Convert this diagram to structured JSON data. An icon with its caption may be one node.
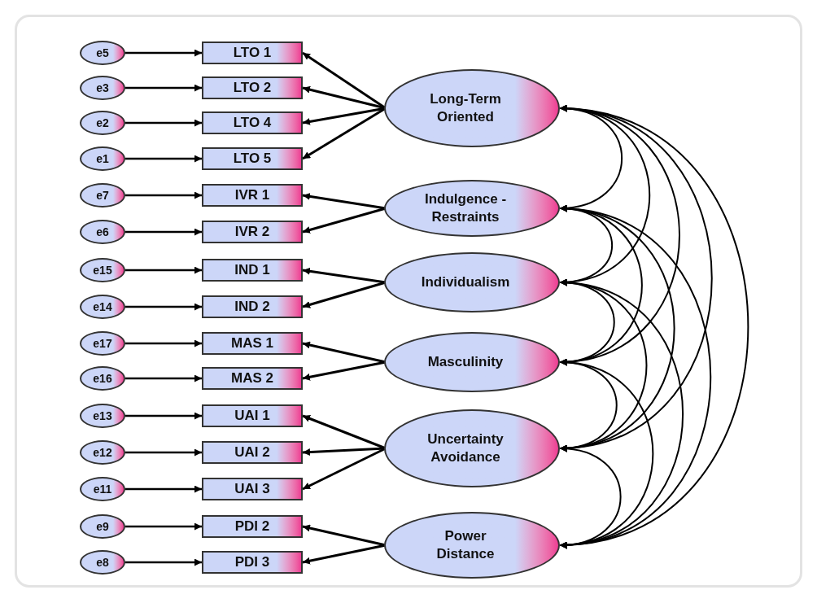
{
  "diagram": {
    "nodes": [
      {
        "text": [
          "e5"
        ]
      },
      {
        "text": [
          "LTO 1"
        ]
      },
      {
        "text": [
          "e3"
        ]
      },
      {
        "text": [
          "LTO 2"
        ]
      },
      {
        "text": [
          "e2"
        ]
      },
      {
        "text": [
          "LTO 4"
        ]
      },
      {
        "text": [
          "e1"
        ]
      },
      {
        "text": [
          "LTO 5"
        ]
      },
      {
        "text": [
          "e7"
        ]
      },
      {
        "text": [
          "IVR 1"
        ]
      },
      {
        "text": [
          "e6"
        ]
      },
      {
        "text": [
          "IVR 2"
        ]
      },
      {
        "text": [
          "e15"
        ]
      },
      {
        "text": [
          "IND 1"
        ]
      },
      {
        "text": [
          "e14"
        ]
      },
      {
        "text": [
          "IND 2"
        ]
      },
      {
        "text": [
          "e17"
        ]
      },
      {
        "text": [
          "MAS 1"
        ]
      },
      {
        "text": [
          "e16"
        ]
      },
      {
        "text": [
          "MAS 2"
        ]
      },
      {
        "text": [
          "e13"
        ]
      },
      {
        "text": [
          "UAI 1"
        ]
      },
      {
        "text": [
          "e12"
        ]
      },
      {
        "text": [
          "UAI 2"
        ]
      },
      {
        "text": [
          "e11"
        ]
      },
      {
        "text": [
          "UAI 3"
        ]
      },
      {
        "text": [
          "e9"
        ]
      },
      {
        "text": [
          "PDI 2"
        ]
      },
      {
        "text": [
          "e8"
        ]
      },
      {
        "text": [
          "PDI 3"
        ]
      },
      {
        "text": [
          "Long-Term Oriented"
        ]
      },
      {
        "text": [
          "Indulgence - Restraints"
        ]
      },
      {
        "text": [
          "Individualism"
        ]
      },
      {
        "text": [
          "Masculinity"
        ]
      },
      {
        "text": [
          "Uncertainty Avoidance"
        ]
      },
      {
        "text": [
          "Power Distance"
        ]
      }
    ],
    "edges": [
      {
        "from": 0,
        "to": 1,
        "arrow": "to"
      },
      {
        "from": 2,
        "to": 3,
        "arrow": "to"
      },
      {
        "from": 4,
        "to": 5,
        "arrow": "to"
      },
      {
        "from": 6,
        "to": 7,
        "arrow": "to"
      },
      {
        "from": 8,
        "to": 9,
        "arrow": "to"
      },
      {
        "from": 10,
        "to": 11,
        "arrow": "to"
      },
      {
        "from": 12,
        "to": 13,
        "arrow": "to"
      },
      {
        "from": 14,
        "to": 15,
        "arrow": "to"
      },
      {
        "from": 16,
        "to": 17,
        "arrow": "to"
      },
      {
        "from": 18,
        "to": 19,
        "arrow": "to"
      },
      {
        "from": 20,
        "to": 21,
        "arrow": "to"
      },
      {
        "from": 22,
        "to": 23,
        "arrow": "to"
      },
      {
        "from": 24,
        "to": 25,
        "arrow": "to"
      },
      {
        "from": 26,
        "to": 27,
        "arrow": "to"
      },
      {
        "from": 28,
        "to": 29,
        "arrow": "to"
      },
      {
        "from": 30,
        "to": 1,
        "arrow": "to"
      },
      {
        "from": 30,
        "to": 3,
        "arrow": "to"
      },
      {
        "from": 30,
        "to": 5,
        "arrow": "to"
      },
      {
        "from": 30,
        "to": 7,
        "arrow": "to"
      },
      {
        "from": 31,
        "to": 9,
        "arrow": "to"
      },
      {
        "from": 31,
        "to": 11,
        "arrow": "to"
      },
      {
        "from": 32,
        "to": 13,
        "arrow": "to"
      },
      {
        "from": 32,
        "to": 15,
        "arrow": "to"
      },
      {
        "from": 33,
        "to": 17,
        "arrow": "to"
      },
      {
        "from": 33,
        "to": 19,
        "arrow": "to"
      },
      {
        "from": 34,
        "to": 21,
        "arrow": "to"
      },
      {
        "from": 34,
        "to": 23,
        "arrow": "to"
      },
      {
        "from": 34,
        "to": 25,
        "arrow": "to"
      },
      {
        "from": 35,
        "to": 27,
        "arrow": "to"
      },
      {
        "from": 35,
        "to": 29,
        "arrow": "to"
      },
      {
        "from": 30,
        "to": 31,
        "arrow": "both"
      },
      {
        "from": 30,
        "to": 32,
        "arrow": "both"
      },
      {
        "from": 30,
        "to": 33,
        "arrow": "both"
      },
      {
        "from": 30,
        "to": 34,
        "arrow": "both"
      },
      {
        "from": 30,
        "to": 35,
        "arrow": "both"
      },
      {
        "from": 31,
        "to": 32,
        "arrow": "both"
      },
      {
        "from": 31,
        "to": 33,
        "arrow": "both"
      },
      {
        "from": 31,
        "to": 34,
        "arrow": "both"
      },
      {
        "from": 31,
        "to": 35,
        "arrow": "both"
      },
      {
        "from": 32,
        "to": 33,
        "arrow": "both"
      },
      {
        "from": 32,
        "to": 34,
        "arrow": "both"
      },
      {
        "from": 32,
        "to": 35,
        "arrow": "both"
      },
      {
        "from": 33,
        "to": 34,
        "arrow": "both"
      },
      {
        "from": 33,
        "to": 35,
        "arrow": "both"
      },
      {
        "from": 34,
        "to": 35,
        "arrow": "both"
      }
    ]
  }
}
